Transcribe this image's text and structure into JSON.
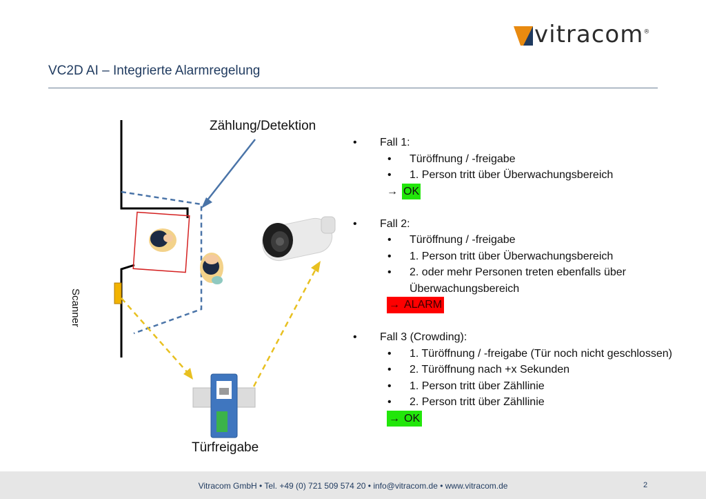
{
  "header": {
    "logo_text": "vitracom",
    "logo_reg": "®",
    "title": "VC2D AI – Integrierte Alarmregelung"
  },
  "diagram": {
    "label_counting": "Zählung/Detektion",
    "label_door_release": "Türfreigabe",
    "label_scanner": "Scanner"
  },
  "cases": {
    "case1": {
      "title": "Fall 1:",
      "items": [
        "Türöffnung / -freigabe",
        "1. Person tritt über Überwachungsbereich"
      ],
      "result": "OK"
    },
    "case2": {
      "title": "Fall 2:",
      "items": [
        "Türöffnung / -freigabe",
        "1. Person tritt über Überwachungsbereich",
        "2. oder mehr Personen treten ebenfalls über",
        "Überwachungsbereich"
      ],
      "result": "ALARM"
    },
    "case3": {
      "title": "Fall 3 (Crowding):",
      "items": [
        "1. Türöffnung / -freigabe (Tür noch nicht geschlossen)",
        "2. Türöffnung nach +x Sekunden",
        "1. Person tritt über Zähllinie",
        "2. Person tritt über Zähllinie"
      ],
      "result": "OK"
    },
    "bullet": "•",
    "arrow": "→"
  },
  "footer": {
    "text": "Vitracom GmbH  •  Tel. +49 (0) 721 509 574 20  •  info@vitracom.de  •  www.vitracom.de",
    "page_number": "2"
  },
  "colors": {
    "ok_green": "#22e60a",
    "alarm_red": "#ff0000",
    "dashed_blue": "#4a74a8",
    "dashed_yellow": "#e8c020",
    "title_blue": "#1f3a5f"
  }
}
